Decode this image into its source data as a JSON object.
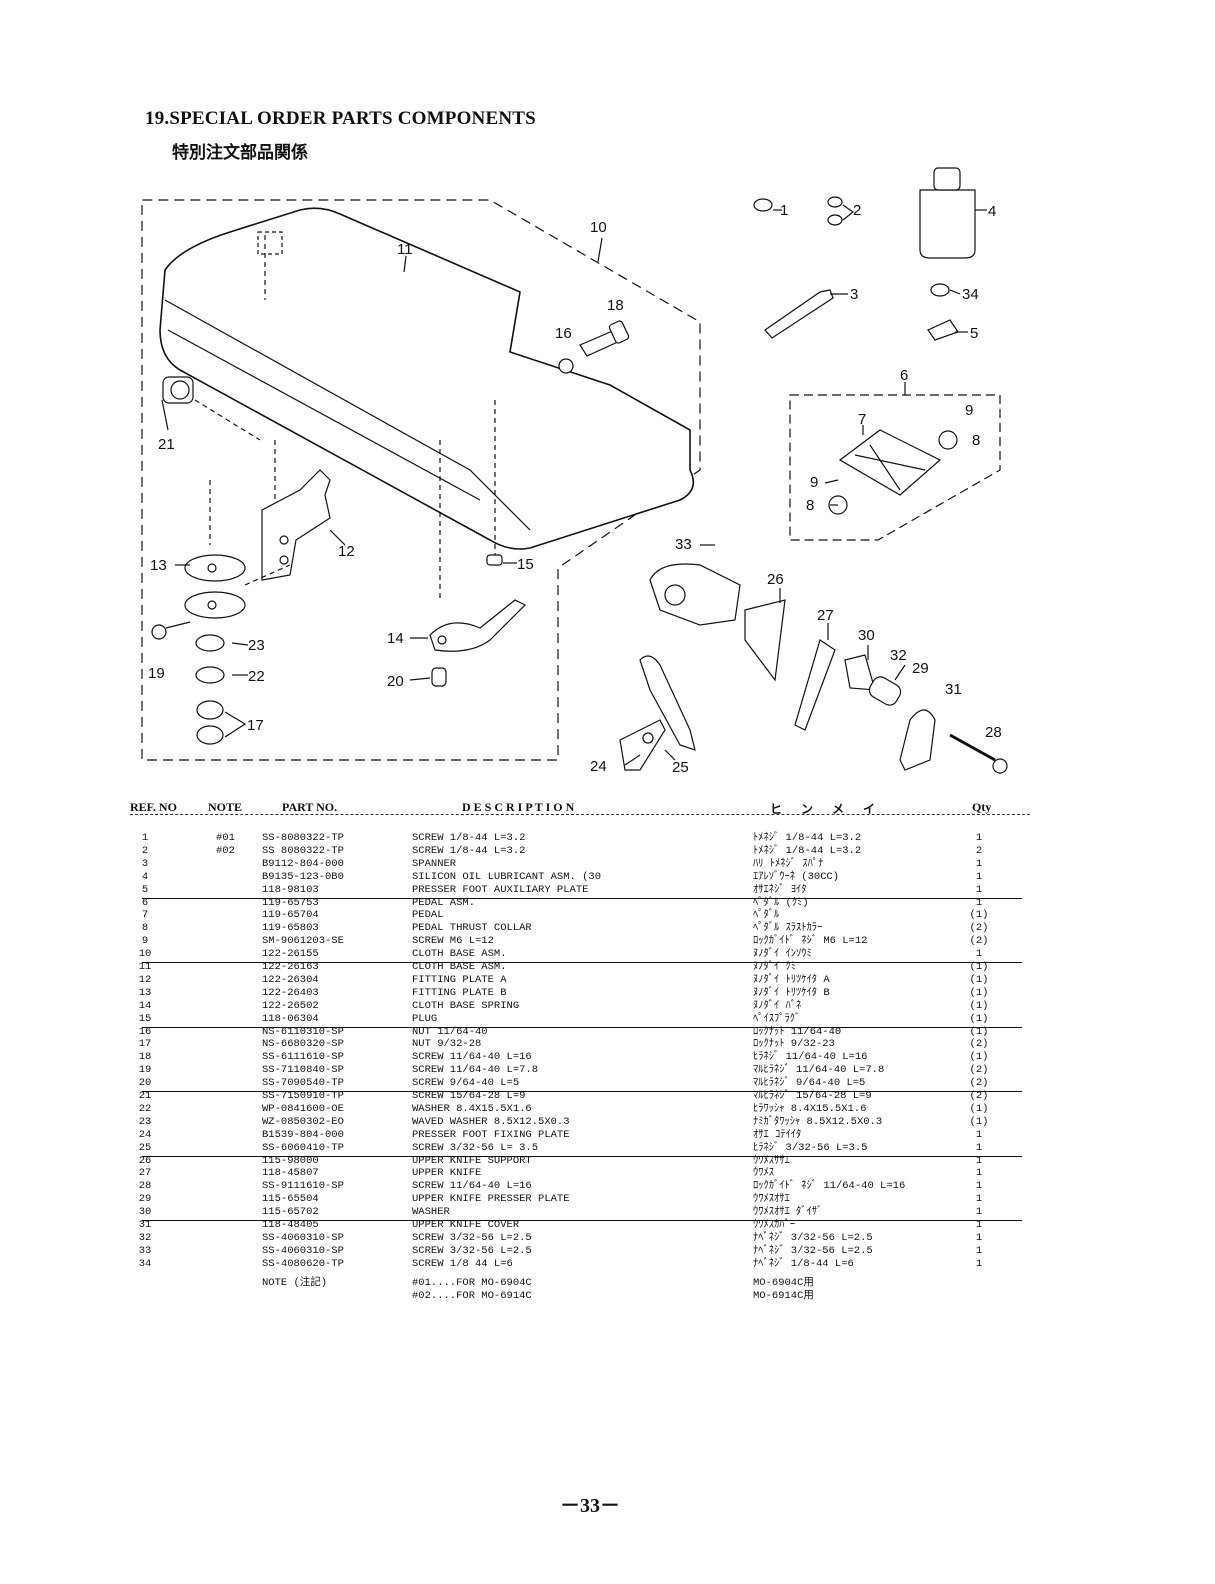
{
  "title": "19.SPECIAL ORDER PARTS COMPONENTS",
  "subtitle": "特別注文部品関係",
  "callouts": [
    "1",
    "2",
    "3",
    "4",
    "34",
    "5",
    "6",
    "7",
    "8",
    "9",
    "9",
    "8",
    "10",
    "11",
    "18",
    "16",
    "21",
    "12",
    "13",
    "15",
    "23",
    "22",
    "19",
    "17",
    "14",
    "20",
    "33",
    "26",
    "27",
    "30",
    "32",
    "29",
    "31",
    "28",
    "24",
    "25"
  ],
  "table": {
    "headers": {
      "ref": "REF. NO",
      "note": "NOTE",
      "part": "PART NO.",
      "desc": "D E S C R I P T I O N",
      "kana": "ヒ ン メ イ",
      "qty": "Qty"
    },
    "rows": [
      {
        "ref": "1",
        "note": "#01",
        "part": "SS-8080322-TP",
        "desc": "SCREW 1/8-44 L=3.2",
        "kana": "ﾄﾒﾈｼﾞ 1/8-44 L=3.2",
        "qty": "1"
      },
      {
        "ref": "2",
        "note": "#02",
        "part": "SS 8080322-TP",
        "desc": "SCREW 1/8-44 L=3.2",
        "kana": "ﾄﾒﾈｼﾞ 1/8-44 L=3.2",
        "qty": "2"
      },
      {
        "ref": "3",
        "note": "",
        "part": "B9112-804-000",
        "desc": "SPANNER",
        "kana": "ﾊﾘ ﾄﾒﾈｼﾞ ｽﾊﾟﾅ",
        "qty": "1"
      },
      {
        "ref": "4",
        "note": "",
        "part": "B9135-123-0B0",
        "desc": "SILICON OIL LUBRICANT ASM. (30",
        "kana": "ｴｱﾚｿﾞｳｰﾈ (30CC)",
        "qty": "1"
      },
      {
        "ref": "5",
        "note": "",
        "part": "118-98103",
        "desc": "PRESSER FOOT AUXILIARY PLATE",
        "kana": "ｵｻｴﾈｼﾞ ﾖｲﾀ",
        "qty": "1"
      },
      {
        "ref": "6",
        "note": "",
        "part": "119-65753",
        "desc": "PEDAL ASM.",
        "kana": "ﾍﾟﾀﾞﾙ (ｸﾐ)",
        "qty": "1"
      },
      {
        "ref": "7",
        "note": "",
        "part": "119-65704",
        "desc": "PEDAL",
        "kana": "ﾍﾟﾀﾞﾙ",
        "qty": "(1)"
      },
      {
        "ref": "8",
        "note": "",
        "part": "119-65803",
        "desc": "PEDAL THRUST COLLAR",
        "kana": "ﾍﾟﾀﾞﾙ ｽﾗｽﾄｶﾗｰ",
        "qty": "(2)"
      },
      {
        "ref": "9",
        "note": "",
        "part": "SM-9061203-SE",
        "desc": "SCREW M6 L=12",
        "kana": "ﾛｯｸｶﾞｲﾄﾞ ﾈｼﾞ M6 L=12",
        "qty": "(2)"
      },
      {
        "ref": "10",
        "note": "",
        "part": "122-26155",
        "desc": "CLOTH BASE ASM.",
        "kana": "ﾇﾉﾀﾞｲ ｲﾝｿｳﾐ",
        "qty": "1"
      },
      {
        "ref": "11",
        "note": "",
        "part": "122-26163",
        "desc": "CLOTH BASE ASM.",
        "kana": "ﾇﾉﾀﾞｲ ｸﾐ",
        "qty": "(1)"
      },
      {
        "ref": "12",
        "note": "",
        "part": "122-26304",
        "desc": "FITTING PLATE A",
        "kana": "ﾇﾉﾀﾞｲ ﾄﾘﾂｹｲﾀ A",
        "qty": "(1)"
      },
      {
        "ref": "13",
        "note": "",
        "part": "122-26403",
        "desc": "FITTING PLATE B",
        "kana": "ﾇﾉﾀﾞｲ ﾄﾘﾂｹｲﾀ B",
        "qty": "(1)"
      },
      {
        "ref": "14",
        "note": "",
        "part": "122-26502",
        "desc": "CLOTH BASE SPRING",
        "kana": "ﾇﾉﾀﾞｲ ﾊﾞﾈ",
        "qty": "(1)"
      },
      {
        "ref": "15",
        "note": "",
        "part": "118-06304",
        "desc": "PLUG",
        "kana": "ﾍﾟｲｽﾌﾟﾗｸﾞ",
        "qty": "(1)"
      },
      {
        "ref": "16",
        "note": "",
        "part": "NS-6110310-SP",
        "desc": "NUT 11/64-40",
        "kana": "ﾛｯｸﾅｯﾄ 11/64-40",
        "qty": "(1)"
      },
      {
        "ref": "17",
        "note": "",
        "part": "NS-6680320-SP",
        "desc": "NUT 9/32-28",
        "kana": "ﾛｯｸﾅｯﾄ 9/32-23",
        "qty": "(2)"
      },
      {
        "ref": "18",
        "note": "",
        "part": "SS-6111610-SP",
        "desc": "SCREW 11/64-40 L=16",
        "kana": "ﾋﾗﾈｼﾞ 11/64-40 L=16",
        "qty": "(1)"
      },
      {
        "ref": "19",
        "note": "",
        "part": "SS-7110840-SP",
        "desc": "SCREW 11/64-40 L=7.8",
        "kana": "ﾏﾙﾋﾗﾈｼﾞ 11/64-40 L=7.8",
        "qty": "(2)"
      },
      {
        "ref": "20",
        "note": "",
        "part": "SS-7090540-TP",
        "desc": "SCREW 9/64-40 L=5",
        "kana": "ﾏﾙﾋﾗﾈｼﾞ 9/64-40 L=5",
        "qty": "(2)"
      },
      {
        "ref": "21",
        "note": "",
        "part": "SS-7150910-TP",
        "desc": "SCREW 15/64-28 L=9",
        "kana": "ﾏﾙﾋﾗﾈｼﾞ 15/64-28 L=9",
        "qty": "(2)"
      },
      {
        "ref": "22",
        "note": "",
        "part": "WP-0841600-OE",
        "desc": "WASHER 8.4X15.5X1.6",
        "kana": "ﾋﾗﾜｯｼｬ 8.4X15.5X1.6",
        "qty": "(1)"
      },
      {
        "ref": "23",
        "note": "",
        "part": "WZ-0850302-EO",
        "desc": "WAVED WASHER 8.5X12.5X0.3",
        "kana": "ﾅﾐｶﾞﾀﾜｯｼｬ 8.5X12.5X0.3",
        "qty": "(1)"
      },
      {
        "ref": "24",
        "note": "",
        "part": "B1539-804-000",
        "desc": "PRESSER FOOT FIXING PLATE",
        "kana": "ｵｻｴ ｺﾃｲｲﾀ",
        "qty": "1"
      },
      {
        "ref": "25",
        "note": "",
        "part": "SS-6060410-TP",
        "desc": "SCREW 3/32-56 L= 3.5",
        "kana": "ﾋﾗﾈｼﾞ 3/32-56 L=3.5",
        "qty": "1"
      },
      {
        "ref": "26",
        "note": "",
        "part": "115-98000",
        "desc": "UPPER KNIFE SUPPORT",
        "kana": "ｳﾜﾒｽｻｻｴ",
        "qty": "1"
      },
      {
        "ref": "27",
        "note": "",
        "part": "118-45807",
        "desc": "UPPER KNIFE",
        "kana": "ｳﾜﾒｽ",
        "qty": "1"
      },
      {
        "ref": "28",
        "note": "",
        "part": "SS-9111610-SP",
        "desc": "SCREW 11/64-40 L=16",
        "kana": "ﾛｯｸｶﾞｲﾄﾞ ﾈｼﾞ 11/64-40 L=16",
        "qty": "1"
      },
      {
        "ref": "29",
        "note": "",
        "part": "115-65504",
        "desc": "UPPER KNIFE PRESSER PLATE",
        "kana": "ｳﾜﾒｽｵｻｴ",
        "qty": "1"
      },
      {
        "ref": "30",
        "note": "",
        "part": "115-65702",
        "desc": "WASHER",
        "kana": "ｳﾜﾒｽｵｻｴ ﾀﾞｲｻﾞ",
        "qty": "1"
      },
      {
        "ref": "31",
        "note": "",
        "part": "118-48405",
        "desc": "UPPER KNIFE COVER",
        "kana": "ｳﾜﾒｽｶﾊﾞｰ",
        "qty": "1"
      },
      {
        "ref": "32",
        "note": "",
        "part": "SS-4060310-SP",
        "desc": "SCREW 3/32-56 L=2.5",
        "kana": "ﾅﾍﾞﾈｼﾞ 3/32-56 L=2.5",
        "qty": "1"
      },
      {
        "ref": "33",
        "note": "",
        "part": "SS-4060310-SP",
        "desc": "SCREW 3/32-56 L=2.5",
        "kana": "ﾅﾍﾞﾈｼﾞ 3/32-56 L=2.5",
        "qty": "1"
      },
      {
        "ref": "34",
        "note": "",
        "part": "SS-4080620-TP",
        "desc": "SCREW 1/8 44 L=6",
        "kana": "ﾅﾍﾞﾈｼﾞ 1/8-44 L=6",
        "qty": "1"
      }
    ],
    "footnote": {
      "label": "NOTE (注記)",
      "desc1": "#01....FOR MO-6904C",
      "desc2": "#02....FOR MO-6914C",
      "kana1": "MO-6904C用",
      "kana2": "MO-6914C用"
    }
  },
  "page_number": "－33－"
}
